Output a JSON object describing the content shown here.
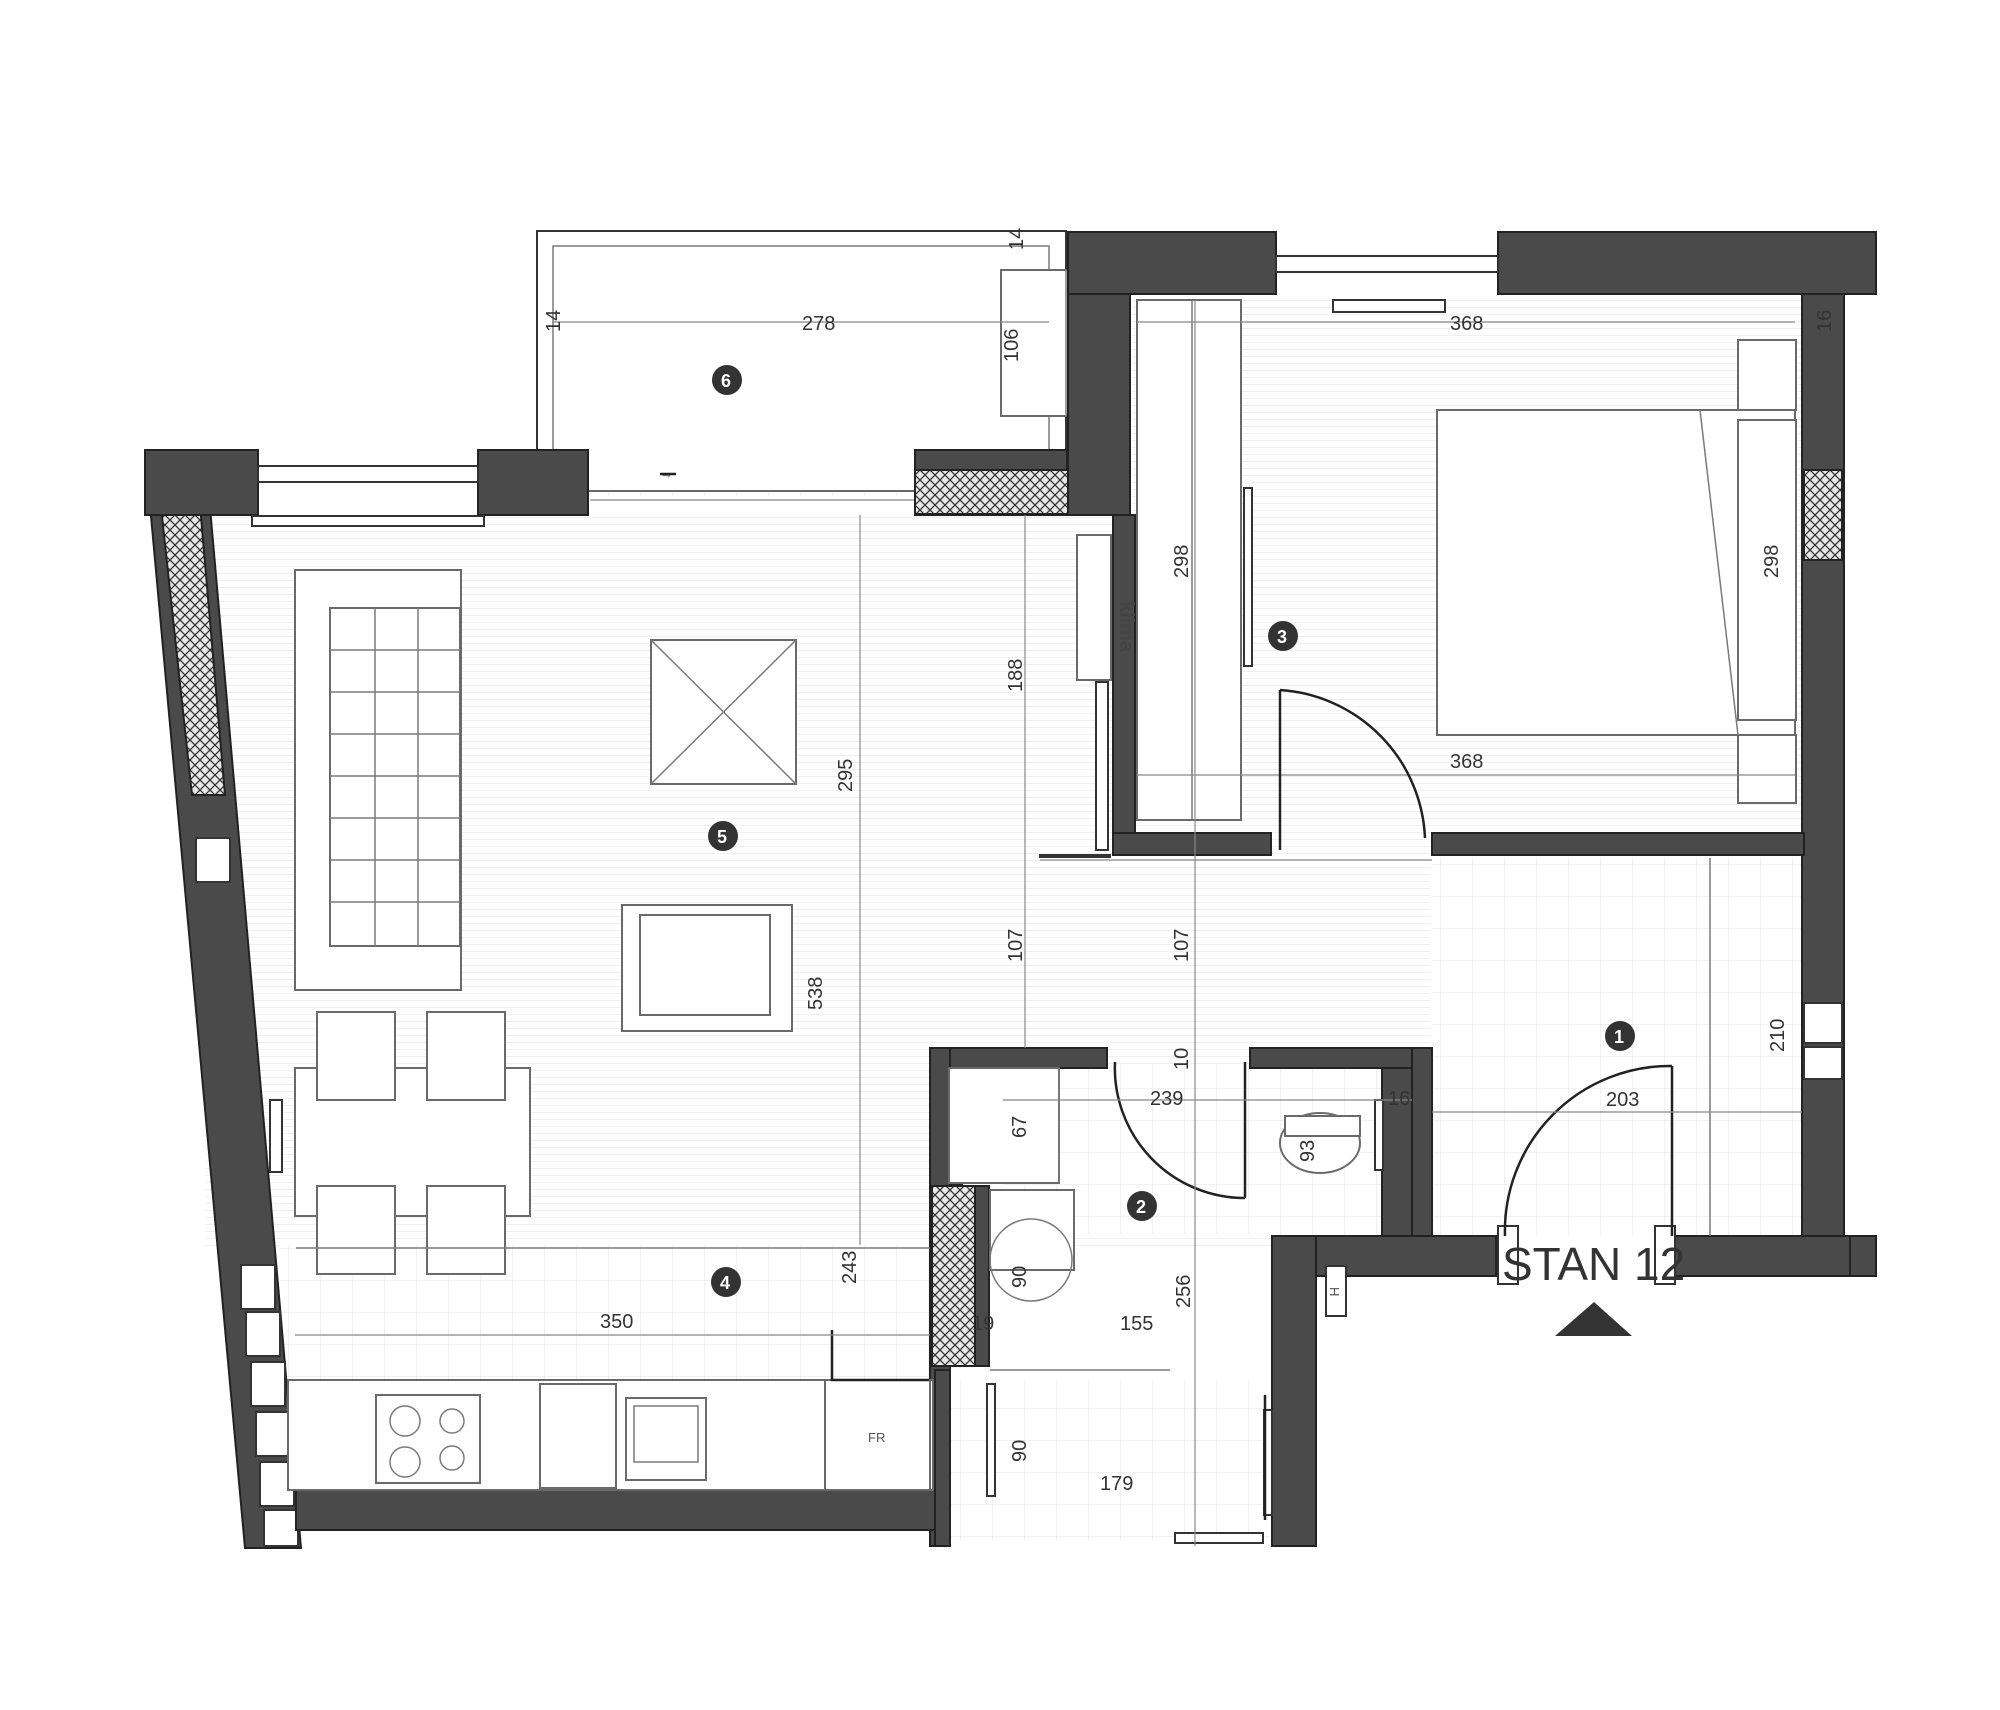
{
  "apartment": {
    "label": "STAN 12"
  },
  "rooms": [
    {
      "id": "1",
      "number": "1"
    },
    {
      "id": "2",
      "number": "2"
    },
    {
      "id": "3",
      "number": "3"
    },
    {
      "id": "4",
      "number": "4"
    },
    {
      "id": "5",
      "number": "5"
    },
    {
      "id": "6",
      "number": "6"
    }
  ],
  "dimensions": {
    "balcony_width": "278",
    "balcony_side": "14",
    "balcony_top": "14",
    "balcony_bench": "106",
    "bedroom_width_top": "368",
    "bedroom_width_bottom": "368",
    "bedroom_side": "16",
    "bedroom_depth_right": "298",
    "wardrobe_depth": "298",
    "living_depth": "295",
    "living_length": "538",
    "living_upper": "188",
    "corridor_a": "107",
    "corridor_b": "107",
    "bath_gap": "10",
    "bath_width": "239",
    "bath_side": "16",
    "toilet": "93",
    "washer": "67",
    "shower": "90",
    "shower_side": "19",
    "hall_inner": "155",
    "hall_depth": "256",
    "storage_depth": "90",
    "storage_width": "179",
    "kitchen_width": "350",
    "kitchen_depth": "243",
    "entry_width": "203",
    "entry_depth": "210"
  },
  "labels": {
    "ac": "klima",
    "fridge": "FR",
    "meter": "H"
  },
  "colors": {
    "wall": "#4a4a4a",
    "badge": "#333333",
    "line": "#888888"
  }
}
